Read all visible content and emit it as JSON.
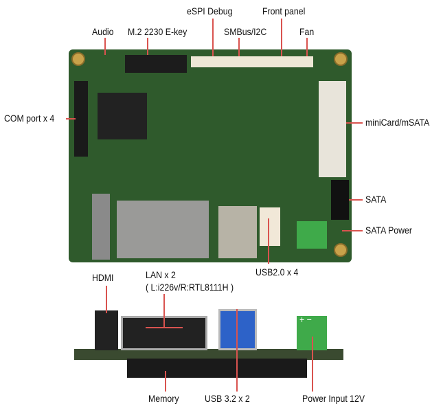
{
  "labels": {
    "audio": "Audio",
    "m2": "M.2 2230 E-key",
    "espi": "eSPI Debug",
    "smbus": "SMBus/I2C",
    "front_panel": "Front panel",
    "fan": "Fan",
    "com": "COM port x 4",
    "minicard": "miniCard/mSATA",
    "sata": "SATA",
    "sata_power": "SATA Power",
    "usb2": "USB2.0 x 4",
    "hdmi": "HDMI",
    "lan": "LAN x 2",
    "lan_chips": "( L:i226v/R:RTL8111H )",
    "memory": "Memory",
    "usb32": "USB 3.2 x 2",
    "power": "Power Input 12V",
    "plus_minus": "+ −"
  },
  "colors": {
    "leader": "#d9534f",
    "pcb": "#2f5a2c"
  }
}
